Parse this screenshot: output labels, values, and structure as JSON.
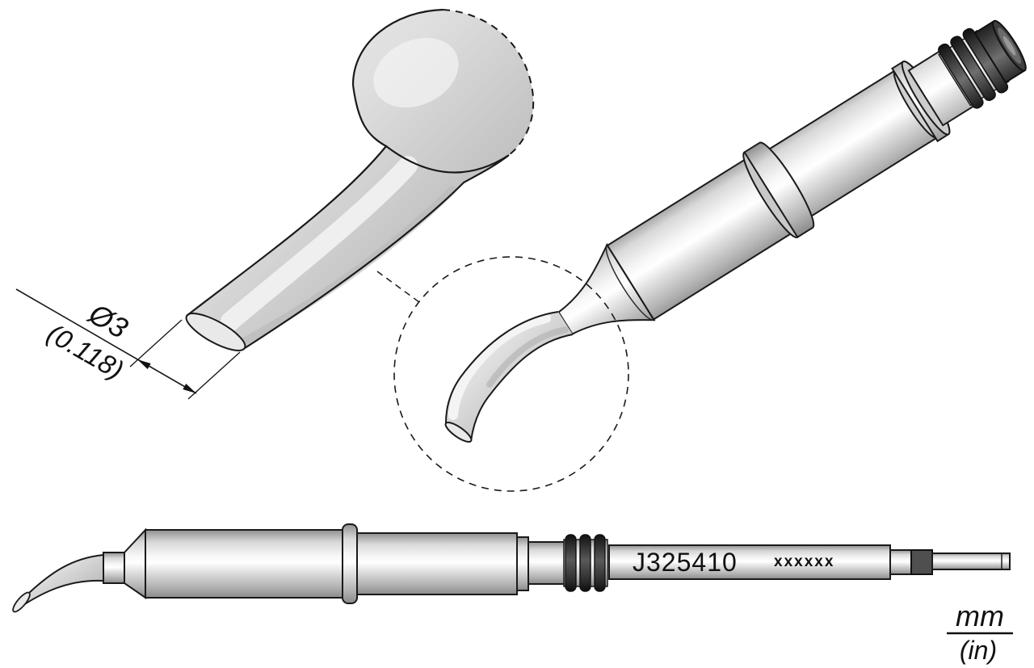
{
  "diagram": {
    "dimension": {
      "metric": "Ø3",
      "imperial": "(0.118)"
    },
    "part_number": "J325410",
    "marking": "xxxxxx",
    "units": {
      "metric": "mm",
      "imperial": "(in)"
    },
    "colors": {
      "outline": "#1a1a1a",
      "metal_light": "#f6f6f6",
      "metal_mid": "#d8d8d8",
      "metal_dark": "#8f8f8f",
      "ring_dark": "#151515",
      "background": "#ffffff"
    }
  }
}
